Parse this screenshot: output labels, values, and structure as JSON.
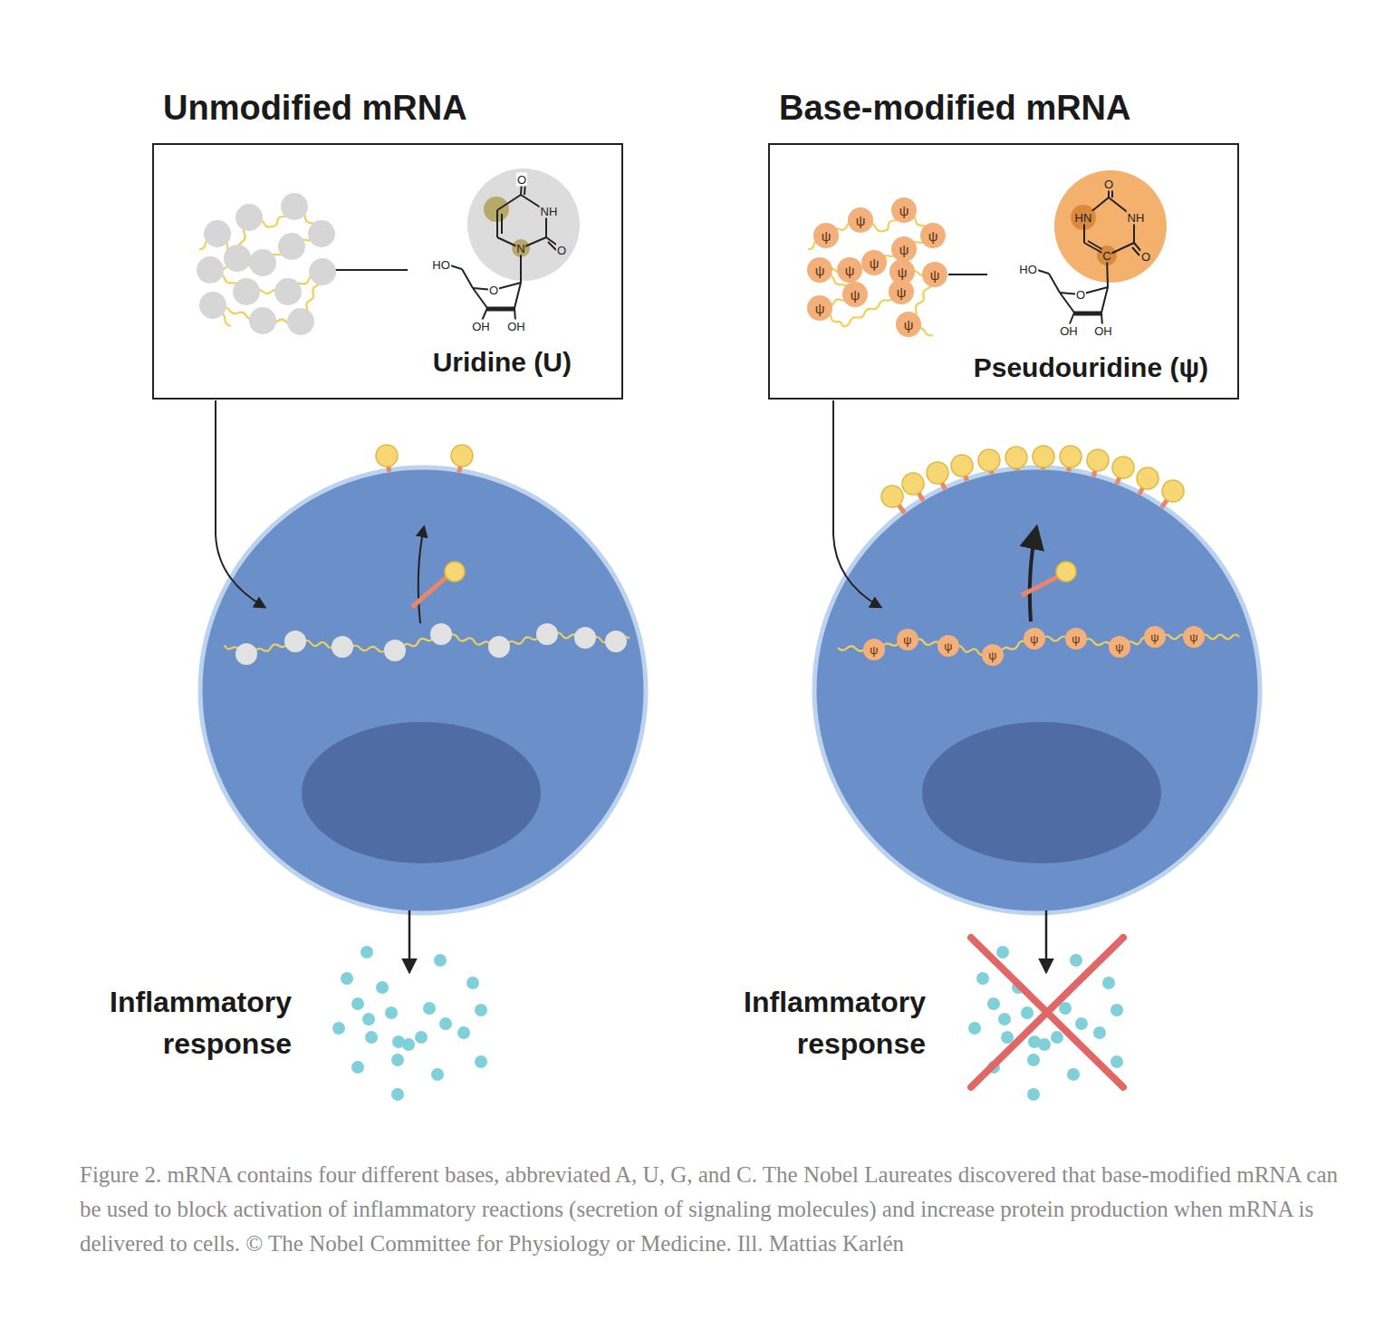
{
  "diagram": {
    "caption": "Figure 2. mRNA contains four different bases, abbreviated A, U, G, and C. The Nobel Laureates discovered that base-modified mRNA can be used to block activation of inflammatory reactions (secretion of signaling molecules) and increase protein production when mRNA is delivered to cells.  © The Nobel Committee for Physiology or Medicine. Ill. Mattias Karlén",
    "nodes": [
      {
        "text": [
          "Unmodified mRNA",
          "Uridine (U)"
        ]
      },
      {
        "text": [
          "Base-modified mRNA",
          "Pseudouridine (ψ)"
        ]
      }
    ],
    "labels": [
      "O",
      "NH",
      "N",
      "O",
      "HO",
      "O",
      "OH",
      "OH",
      "O",
      "HN",
      "NH",
      "C",
      "O",
      "HO",
      "O",
      "OH",
      "OH",
      "ψ",
      "ψ",
      "ψ",
      "ψ",
      "ψ",
      "ψ",
      "ψ",
      "ψ",
      "ψ",
      "ψ",
      "ψ",
      "ψ",
      "ψ",
      "ψ",
      "ψ",
      "ψ",
      "ψ",
      "ψ",
      "ψ",
      "ψ",
      "ψ",
      "ψ",
      "ψ",
      "Inflammatory response",
      "Inflammatory response"
    ]
  }
}
